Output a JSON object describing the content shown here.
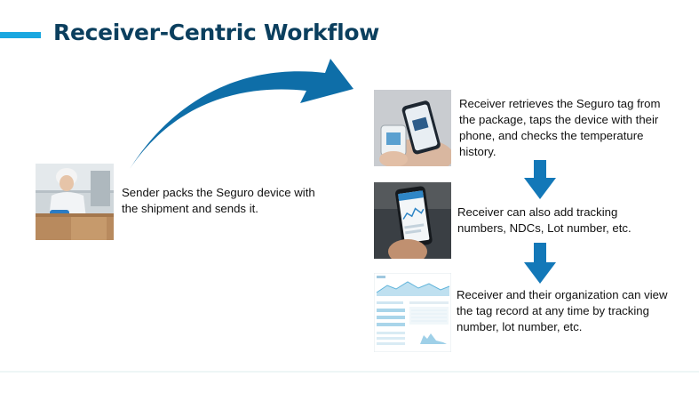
{
  "slide": {
    "title": "Receiver-Centric Workflow",
    "accent_color": "#1aa7e0",
    "title_color": "#0b3f5e",
    "arrow_color": "#0e6ea8"
  },
  "steps": [
    {
      "image_icon": "worker-packing-photo",
      "text": "Sender packs the Seguro device with the shipment and sends it."
    },
    {
      "image_icon": "phone-tap-tag-photo",
      "text": "Receiver retrieves the Seguro tag from the package, taps the device with their phone, and checks the temperature history."
    },
    {
      "image_icon": "phone-app-photo",
      "text": "Receiver can also add tracking numbers, NDCs, Lot number, etc."
    },
    {
      "image_icon": "dashboard-screenshot",
      "text": "Receiver and their organization can view the tag record at any time by tracking number, lot number, etc."
    }
  ]
}
